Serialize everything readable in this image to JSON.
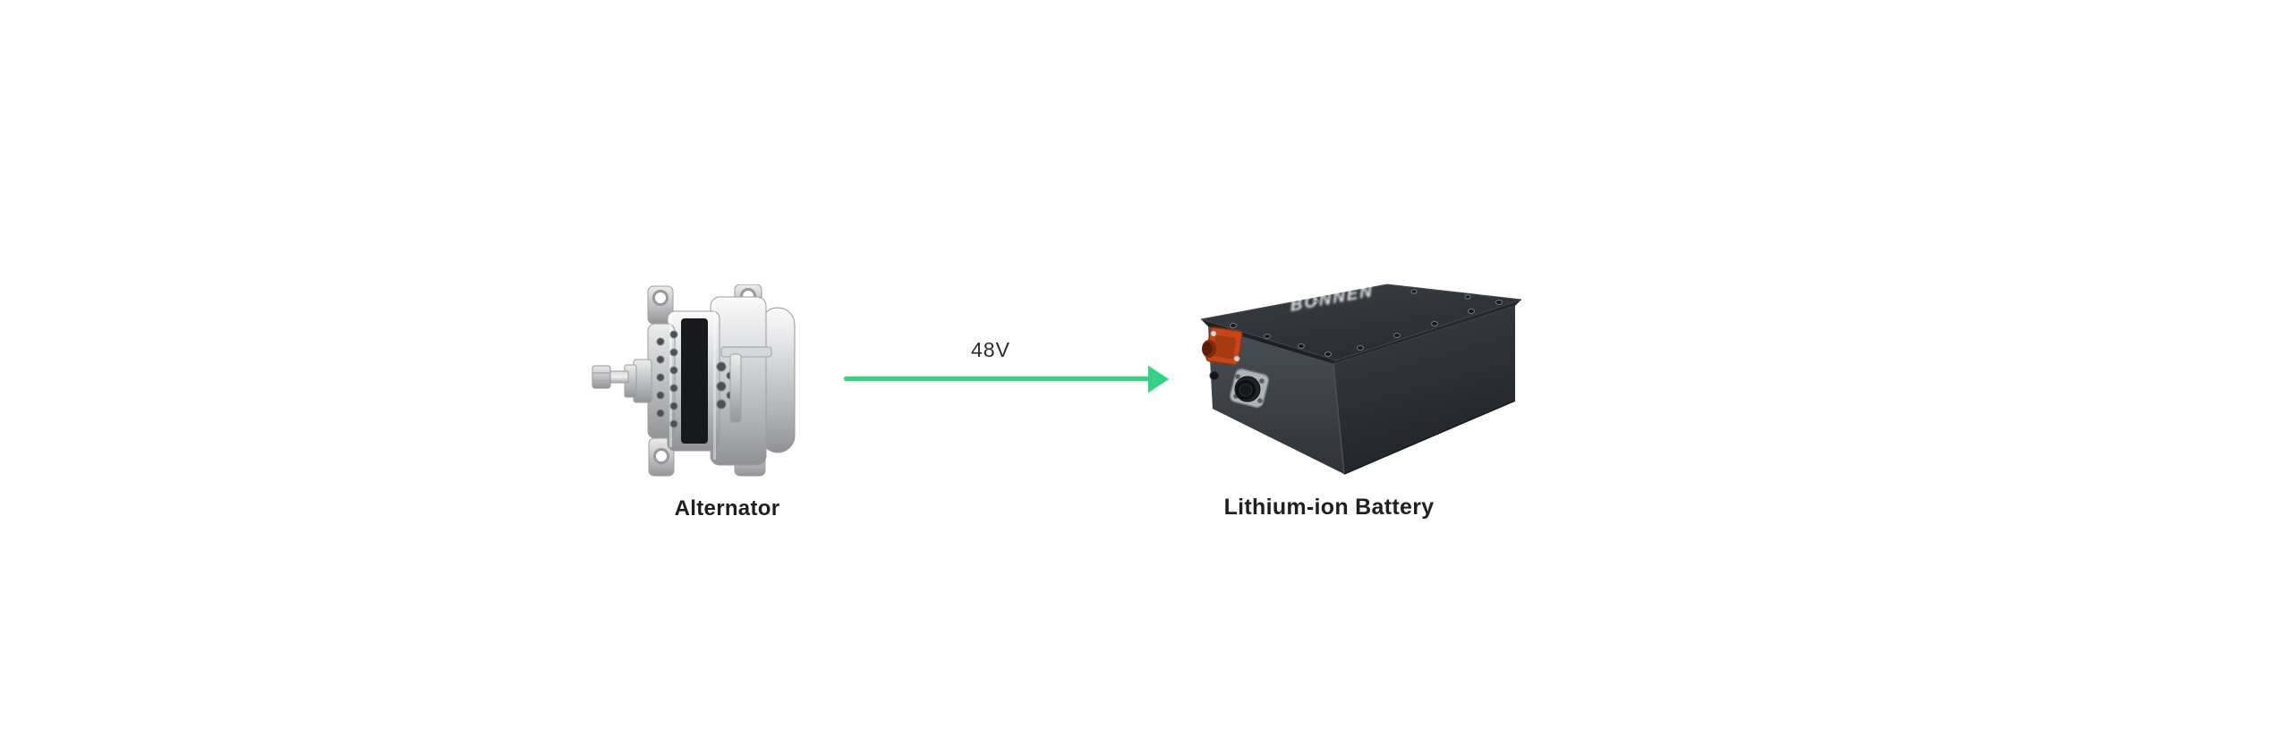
{
  "page": {
    "background": "#ffffff"
  },
  "diagram": {
    "source": {
      "label": "Alternator"
    },
    "connection": {
      "label": "48V"
    },
    "target": {
      "label": "Lithium-ion Battery",
      "logo": "BONNEN"
    }
  },
  "colors": {
    "arrow_green": "#35d184",
    "label_text": "#1f1f1f",
    "voltage_text": "#2b2b2b",
    "battery_top": "#2f3439",
    "battery_left": "#464b52",
    "battery_front": "#32363d",
    "connector_orange": "#c64618"
  }
}
